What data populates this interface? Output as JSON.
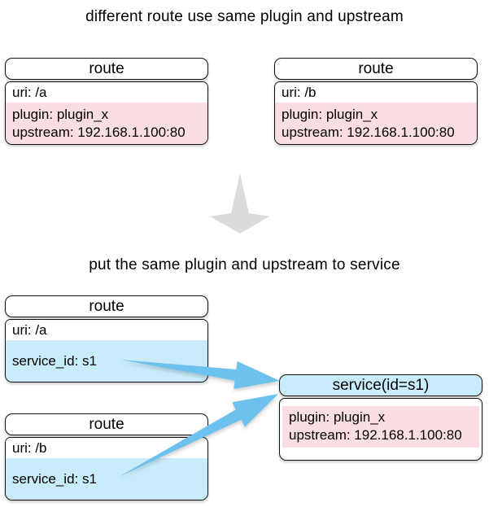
{
  "top_section": {
    "title": "different route use same plugin and upstream",
    "route_a": {
      "title": "route",
      "uri": "uri: /a",
      "plugin": "plugin: plugin_x",
      "upstream": "upstream: 192.168.1.100:80"
    },
    "route_b": {
      "title": "route",
      "uri": "uri: /b",
      "plugin": "plugin: plugin_x",
      "upstream": "upstream: 192.168.1.100:80"
    }
  },
  "bottom_section": {
    "title": "put the same plugin and upstream to service",
    "route_a": {
      "title": "route",
      "uri": "uri: /a",
      "service_id": "service_id: s1"
    },
    "route_b": {
      "title": "route",
      "uri": "uri: /b",
      "service_id": "service_id: s1"
    },
    "service": {
      "title": "service(id=s1)",
      "plugin": "plugin: plugin_x",
      "upstream": "upstream: 192.168.1.100:80"
    }
  },
  "arrows": {
    "transform": "down-arrow",
    "route_a_to_service": "tapered-arrow-right",
    "route_b_to_service": "tapered-arrow-up-right"
  },
  "colors": {
    "pink_fill": "#fbdee3",
    "blue_fill": "#c9ecfb",
    "arrow_blue": "#6cc1ef",
    "arrow_gray": "#dbdbdb",
    "border": "#121212"
  }
}
